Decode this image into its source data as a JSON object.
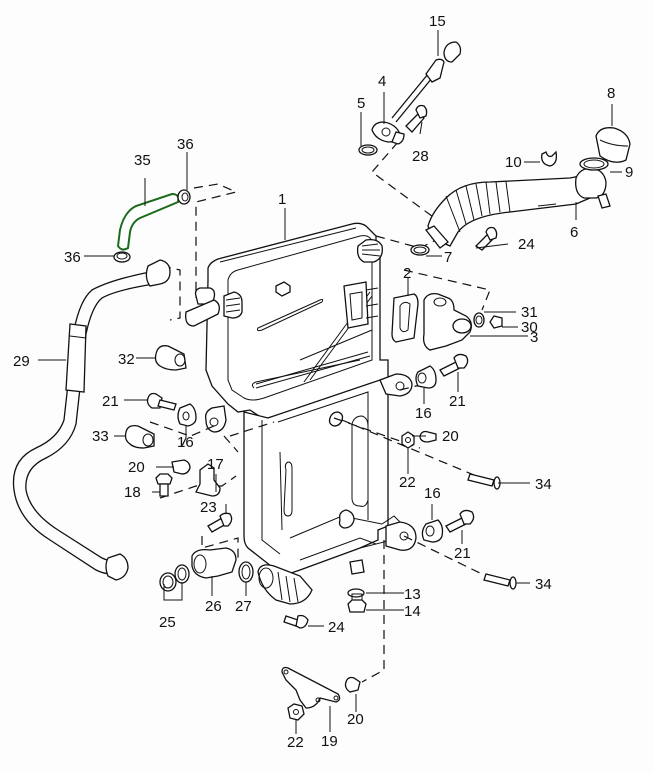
{
  "diagram": {
    "title": "Oil tank assembly exploded parts diagram",
    "highlight_color": "#1b6b1b",
    "callouts": [
      {
        "id": "c1",
        "label": "1",
        "part": "oil-tank"
      },
      {
        "id": "c2",
        "label": "2",
        "part": "gasket"
      },
      {
        "id": "c3",
        "label": "3",
        "part": "filler-neck-housing"
      },
      {
        "id": "c4",
        "label": "4",
        "part": "dipstick-guide"
      },
      {
        "id": "c5",
        "label": "5",
        "part": "o-ring"
      },
      {
        "id": "c6",
        "label": "6",
        "part": "filler-tube"
      },
      {
        "id": "c7",
        "label": "7",
        "part": "o-ring"
      },
      {
        "id": "c8",
        "label": "8",
        "part": "filler-cap"
      },
      {
        "id": "c9",
        "label": "9",
        "part": "seal-ring"
      },
      {
        "id": "c10",
        "label": "10",
        "part": "clip"
      },
      {
        "id": "c13",
        "label": "13",
        "part": "seal-ring"
      },
      {
        "id": "c14",
        "label": "14",
        "part": "drain-plug"
      },
      {
        "id": "c15",
        "label": "15",
        "part": "dipstick"
      },
      {
        "id": "c16a",
        "label": "16",
        "part": "rubber-mount"
      },
      {
        "id": "c16b",
        "label": "16",
        "part": "rubber-mount"
      },
      {
        "id": "c16c",
        "label": "16",
        "part": "rubber-mount"
      },
      {
        "id": "c17",
        "label": "17",
        "part": "bracket"
      },
      {
        "id": "c18",
        "label": "18",
        "part": "bolt"
      },
      {
        "id": "c19",
        "label": "19",
        "part": "support-bracket"
      },
      {
        "id": "c20a",
        "label": "20",
        "part": "spacer"
      },
      {
        "id": "c20b",
        "label": "20",
        "part": "spacer"
      },
      {
        "id": "c20c",
        "label": "20",
        "part": "spacer"
      },
      {
        "id": "c21a",
        "label": "21",
        "part": "bolt"
      },
      {
        "id": "c21b",
        "label": "21",
        "part": "bolt"
      },
      {
        "id": "c21c",
        "label": "21",
        "part": "bolt"
      },
      {
        "id": "c22a",
        "label": "22",
        "part": "nut"
      },
      {
        "id": "c22b",
        "label": "22",
        "part": "nut"
      },
      {
        "id": "c23",
        "label": "23",
        "part": "bolt"
      },
      {
        "id": "c24a",
        "label": "24",
        "part": "bolt"
      },
      {
        "id": "c24b",
        "label": "24",
        "part": "bolt"
      },
      {
        "id": "c25",
        "label": "25",
        "part": "seal-rings"
      },
      {
        "id": "c26",
        "label": "26",
        "part": "connection-flange"
      },
      {
        "id": "c27",
        "label": "27",
        "part": "o-ring"
      },
      {
        "id": "c28",
        "label": "28",
        "part": "bolt"
      },
      {
        "id": "c29",
        "label": "29",
        "part": "oil-line"
      },
      {
        "id": "c30",
        "label": "30",
        "part": "plug"
      },
      {
        "id": "c31",
        "label": "31",
        "part": "seal-ring"
      },
      {
        "id": "c32",
        "label": "32",
        "part": "union"
      },
      {
        "id": "c33",
        "label": "33",
        "part": "union"
      },
      {
        "id": "c34a",
        "label": "34",
        "part": "bolt"
      },
      {
        "id": "c34b",
        "label": "34",
        "part": "bolt"
      },
      {
        "id": "c35",
        "label": "35",
        "part": "hose"
      },
      {
        "id": "c36a",
        "label": "36",
        "part": "hose-clamp"
      },
      {
        "id": "c36b",
        "label": "36",
        "part": "hose-clamp"
      }
    ]
  }
}
